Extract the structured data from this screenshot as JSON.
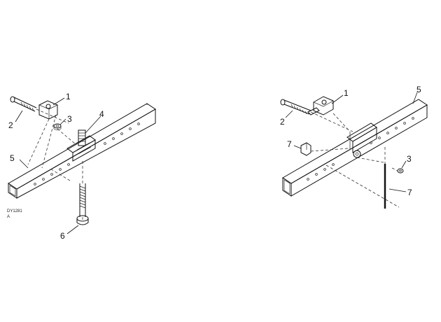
{
  "figure": {
    "left_assembly": {
      "callouts": [
        "1",
        "2",
        "3",
        "4",
        "5",
        "6"
      ],
      "part_code": "DY1281",
      "part_code_sub": "A"
    },
    "right_assembly": {
      "callouts": [
        "1",
        "2",
        "5",
        "7",
        "3",
        "7"
      ]
    }
  },
  "colors": {
    "line": "#111111",
    "background": "#ffffff"
  }
}
